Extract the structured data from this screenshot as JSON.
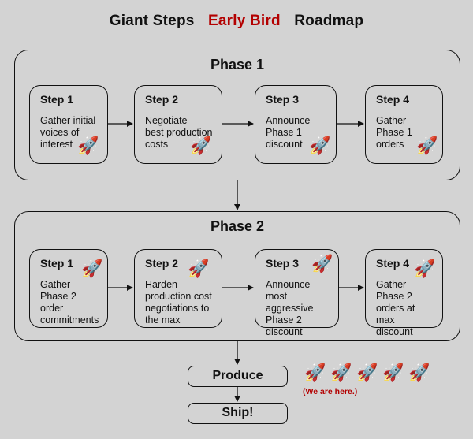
{
  "title": {
    "part1": "Giant Steps",
    "part2": "Early Bird",
    "part3": "Roadmap"
  },
  "colors": {
    "accent": "#b30000",
    "background": "#d3d3d3",
    "border": "#111111"
  },
  "phase1": {
    "title": "Phase 1",
    "steps": [
      {
        "label": "Step 1",
        "desc": [
          "Gather initial",
          "voices of",
          "interest"
        ]
      },
      {
        "label": "Step 2",
        "desc": [
          "Negotiate",
          "best production",
          "costs"
        ]
      },
      {
        "label": "Step 3",
        "desc": [
          "Announce",
          "Phase 1",
          "discount"
        ]
      },
      {
        "label": "Step 4",
        "desc": [
          "Gather",
          "Phase 1",
          "orders"
        ]
      }
    ]
  },
  "phase2": {
    "title": "Phase 2",
    "steps": [
      {
        "label": "Step 1",
        "desc": [
          "Gather",
          "Phase 2 order",
          "commitments"
        ]
      },
      {
        "label": "Step 2",
        "desc": [
          "Harden",
          "production cost",
          "negotiations to",
          "the max"
        ]
      },
      {
        "label": "Step 3",
        "desc": [
          "Announce",
          "most aggressive",
          "Phase 2",
          "discount"
        ]
      },
      {
        "label": "Step 4",
        "desc": [
          "Gather",
          "Phase 2",
          "orders at max",
          "discount"
        ]
      }
    ]
  },
  "produce": "Produce",
  "ship": "Ship!",
  "status_note": "(We are here.)",
  "icon": "rocket-icon",
  "rocket_glyph": "🚀"
}
